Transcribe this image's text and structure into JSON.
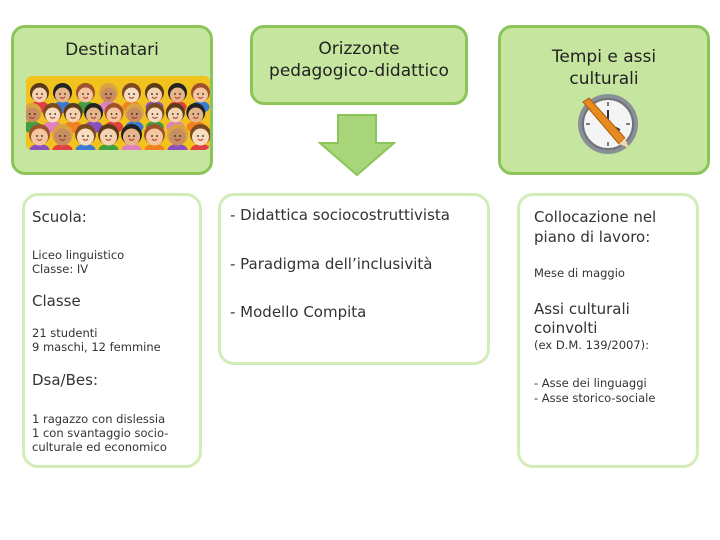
{
  "col1": {
    "header": "Destinatari",
    "scuola_label": "Scuola:",
    "scuola_lines": [
      "Liceo linguistico",
      "Classe: IV"
    ],
    "classe_label": "Classe",
    "classe_lines": [
      "21 studenti",
      "9 maschi, 12 femmine"
    ],
    "dsa_label": "Dsa/Bes:",
    "dsa_lines": [
      "1 ragazzo con dislessia",
      "1 con svantaggio socio-",
      "culturale ed economico"
    ]
  },
  "col2": {
    "header_lines": [
      "Orizzonte",
      "pedagogico-didattico"
    ],
    "items": [
      "- Didattica sociocostruttivista",
      "- Paradigma dell’inclusività",
      "- Modello Compita"
    ]
  },
  "col3": {
    "header_lines": [
      "Tempi e assi",
      "culturali"
    ],
    "collocazione_lines": [
      "Collocazione nel",
      "piano di lavoro:"
    ],
    "mese": "Mese di maggio",
    "assi_lines": [
      "Assi culturali",
      "coinvolti"
    ],
    "ex_dm": "(ex D.M. 139/2007):",
    "asse_lines": [
      "- Asse dei linguaggi",
      "- Asse storico-sociale"
    ]
  },
  "icons": [
    "children-group-image",
    "arrow-down-icon",
    "clock-pencil-icon"
  ],
  "colors": {
    "header_fill": "#c6e6a0",
    "header_border": "#8cc45a",
    "body_border": "#d3ecb8",
    "arrow": "#a8d57a"
  }
}
